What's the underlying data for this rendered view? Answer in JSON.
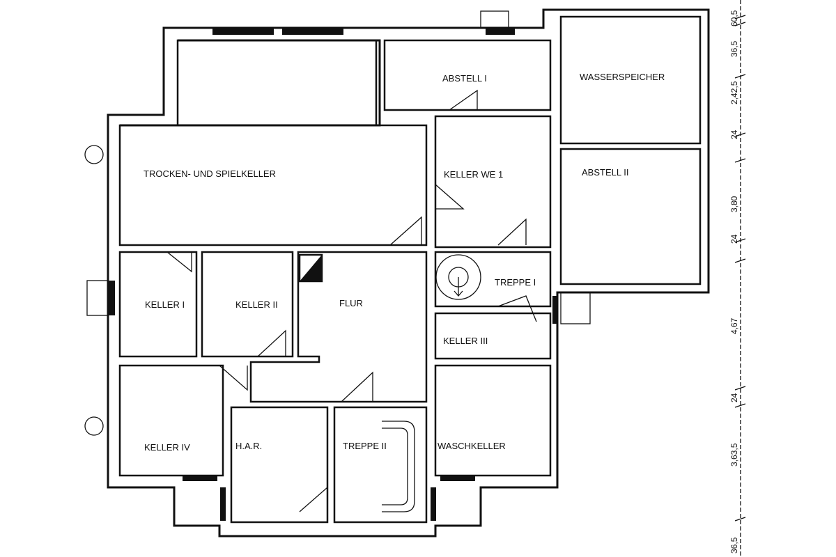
{
  "plan": {
    "rooms": {
      "trocken": "TROCKEN- UND SPIELKELLER",
      "abstell1": "ABSTELL I",
      "wasserspeicher": "WASSERSPEICHER",
      "keller_we1": "KELLER WE 1",
      "abstell2": "ABSTELL II",
      "keller1": "KELLER I",
      "keller2": "KELLER II",
      "flur": "FLUR",
      "treppe1": "TREPPE I",
      "keller3": "KELLER III",
      "keller4": "KELLER IV",
      "har": "H.A.R.",
      "treppe2": "TREPPE II",
      "waschkeller": "WASCHKELLER"
    },
    "dimensions": [
      "60,5",
      "36,5",
      "2,42,5",
      "24",
      "3,80",
      "24",
      "4,67",
      "24",
      "3,63,5",
      "36,5"
    ]
  }
}
